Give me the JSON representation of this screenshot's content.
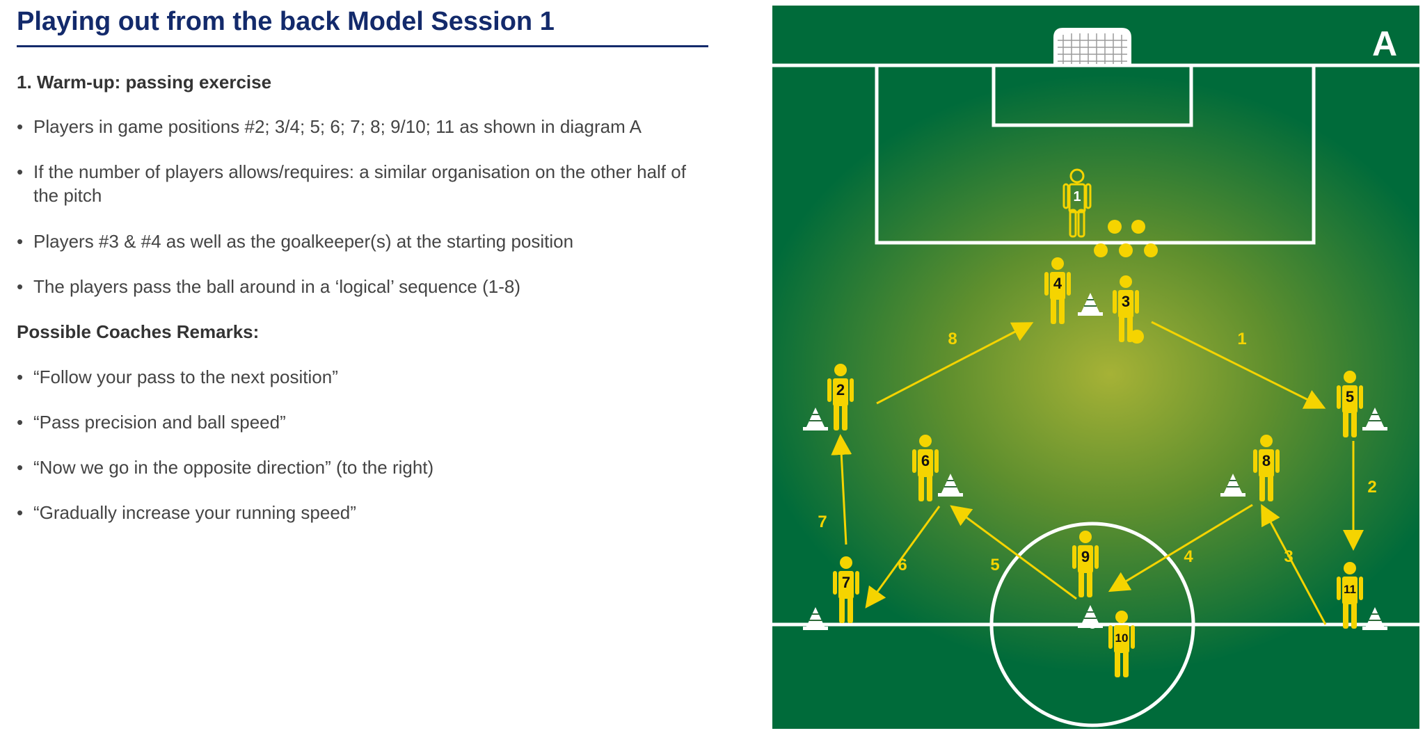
{
  "title": "Playing out from the back Model Session 1",
  "section1_heading": "1. Warm-up: passing exercise",
  "section1_bullets": [
    "Players in game positions #2; 3/4; 5; 6; 7; 8; 9/10; 11 as shown in diagram A",
    "If the number of players allows/requires: a similar organisation on the other half of the pitch",
    "Players #3 & #4 as well as the goalkeeper(s) at the starting position",
    "The players pass the ball around in a ‘logical’ sequence (1-8)"
  ],
  "section2_heading": "Possible Coaches Remarks:",
  "section2_bullets": [
    "“Follow your pass to the next position”",
    "“Pass precision and ball speed”",
    "“Now we go in the opposite direction” (to the right)",
    "“Gradually increase your running speed”"
  ],
  "diagram": {
    "label": "A",
    "colors": {
      "pitch": "#006b3a",
      "glow": "#a6b236",
      "player": "#f5d400",
      "lines": "#ffffff",
      "arrows": "#f5d400"
    },
    "goalkeeper": "1",
    "players": [
      "2",
      "3",
      "4",
      "5",
      "6",
      "7",
      "8",
      "9",
      "10",
      "11"
    ],
    "pass_numbers": [
      "1",
      "2",
      "3",
      "4",
      "5",
      "6",
      "7",
      "8"
    ]
  }
}
